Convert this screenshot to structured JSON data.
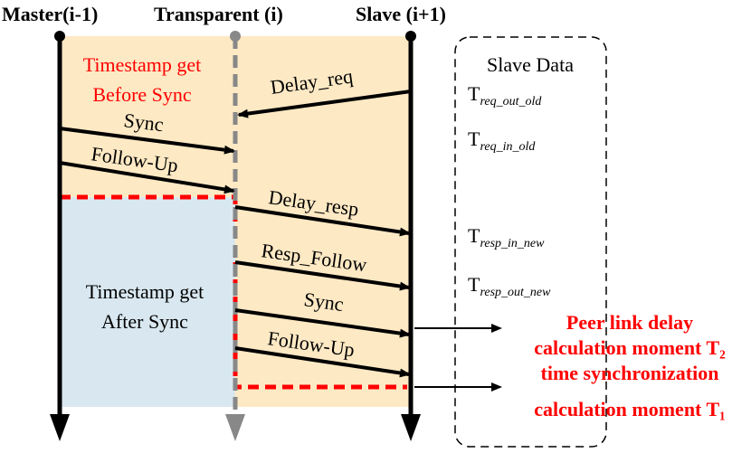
{
  "headers": {
    "master": "Master(i-1)",
    "transparent": "Transparent (i)",
    "slave": "Slave (i+1)"
  },
  "regions": {
    "before_line1": "Timestamp get",
    "before_line2": "Before Sync",
    "after_line1": "Timestamp get",
    "after_line2": "After Sync"
  },
  "messages": {
    "delay_req": "Delay_req",
    "sync_1": "Sync",
    "follow_up_1": "Follow-Up",
    "delay_resp": "Delay_resp",
    "resp_follow": "Resp_Follow",
    "sync_2": "Sync",
    "follow_up_2": "Follow-Up"
  },
  "slave_data": {
    "title": "Slave Data",
    "items": [
      {
        "base": "T",
        "sub": "req_out_old"
      },
      {
        "base": "T",
        "sub": "req_in_old"
      },
      {
        "base": "T",
        "sub": "resp_in_new"
      },
      {
        "base": "T",
        "sub": "resp_out_new"
      }
    ]
  },
  "moments": {
    "line1": "Peer link delay",
    "line2": "calculation moment T₂",
    "line3": "time synchronization",
    "line4": "calculation moment T₁"
  },
  "colors": {
    "before_fill": "#fde9c4",
    "after_fill": "#d9e8f0",
    "red": "#ff0000",
    "transparent_line": "#888888"
  }
}
